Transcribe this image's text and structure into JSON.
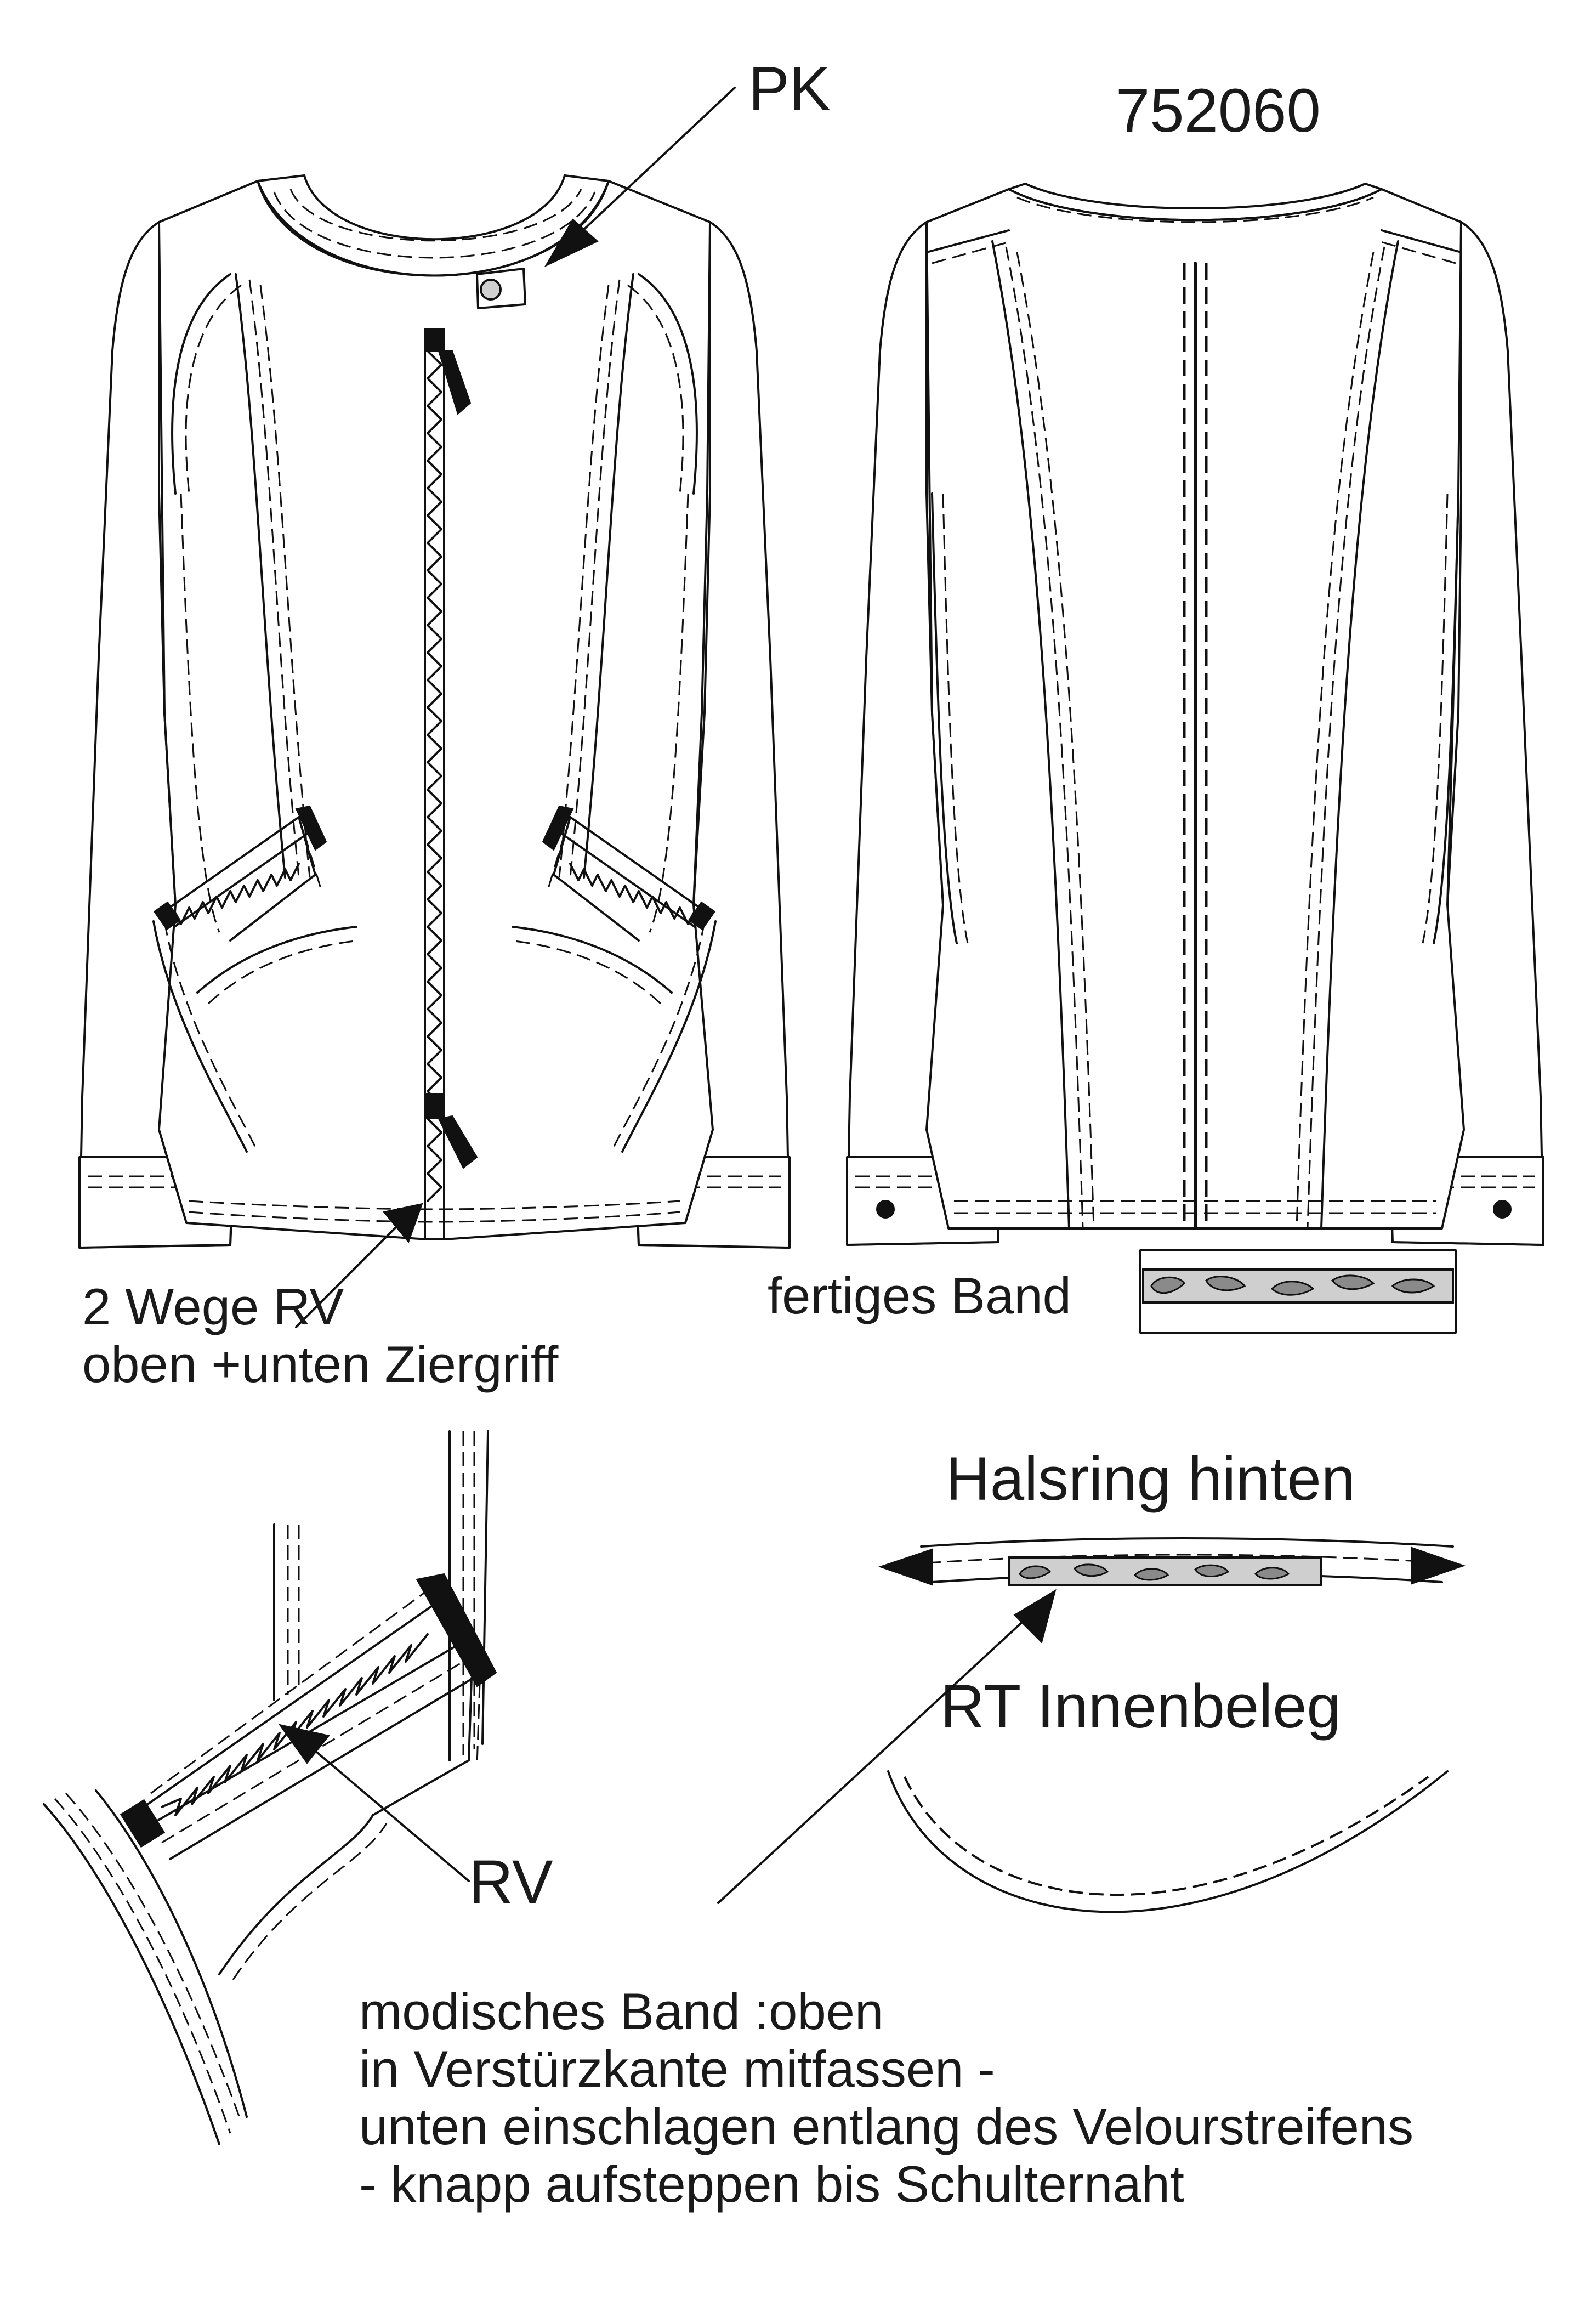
{
  "style_number": "752060",
  "labels": {
    "pk": "PK",
    "zipper_note_line1": "2 Wege RV",
    "zipper_note_line2": "oben +unten Ziergriff",
    "finished_band": "fertiges Band",
    "neck_back": "Halsring hinten",
    "inner_facing": "RT Innenbeleg",
    "rv": "RV",
    "band_note_line1": "modisches Band :oben",
    "band_note_line2": "in Verstürzkante mitfassen -",
    "band_note_line3": "unten einschlagen entlang des Velourstreifens",
    "band_note_line4": "- knapp aufsteppen bis Schulternaht"
  },
  "colors": {
    "line": "#111111",
    "band_fill": "#cfcfcf",
    "spot_fill": "#8a8a8a"
  }
}
